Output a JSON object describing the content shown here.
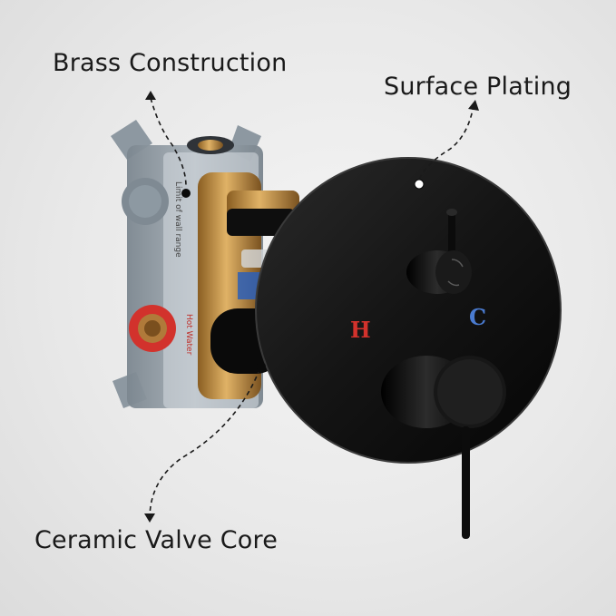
{
  "callouts": {
    "brass": "Brass Construction",
    "surface": "Surface Plating",
    "ceramic": "Ceramic Valve Core"
  },
  "valve_markings": {
    "hot": "H",
    "cold": "C"
  },
  "box_markings": {
    "hot_water": "Hot Water",
    "range_hint": "Limit of wall range"
  },
  "colors": {
    "plate": "#111111",
    "brass": "#b8863a",
    "box": "#8f9aa3",
    "hot_marker": "#d2322c",
    "cold_marker": "#4a7bd0"
  }
}
